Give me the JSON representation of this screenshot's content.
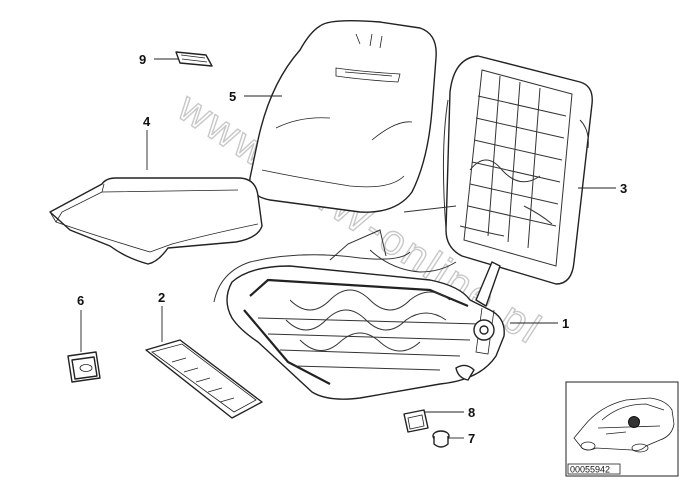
{
  "watermark": "www.BMW-online.pl",
  "callouts": [
    {
      "id": "1",
      "label": "1"
    },
    {
      "id": "2",
      "label": "2"
    },
    {
      "id": "3",
      "label": "3"
    },
    {
      "id": "4",
      "label": "4"
    },
    {
      "id": "5",
      "label": "5"
    },
    {
      "id": "6",
      "label": "6"
    },
    {
      "id": "7",
      "label": "7"
    },
    {
      "id": "8",
      "label": "8"
    },
    {
      "id": "9",
      "label": "9"
    }
  ],
  "inset": {
    "diagram_number": "00055942"
  }
}
